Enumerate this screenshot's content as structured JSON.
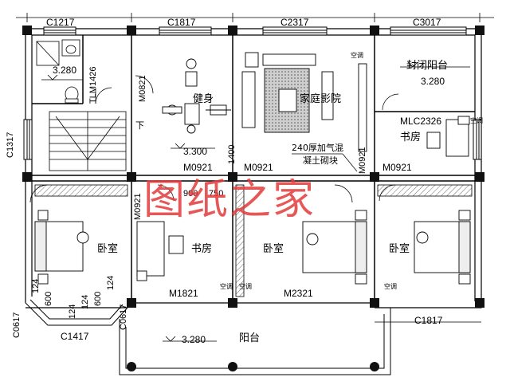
{
  "window_codes": {
    "top": [
      "C1217",
      "C1817",
      "C2317",
      "C3017"
    ],
    "left": "C1317",
    "bay_left": "C0617",
    "bay_front": "C1417",
    "bay_right": "C0617",
    "bottom_right": "C1817"
  },
  "door_codes": {
    "toilet": "TLM1426",
    "gym": "M0821",
    "bed1": "M0921",
    "bed2": "M0921",
    "bed_right": "M0921",
    "closet": "M0921",
    "study_right": "MLC2326",
    "study_left": "M1821",
    "bed_center": "M2321",
    "wall_gap": "M0921"
  },
  "rooms": {
    "gym": "健身",
    "home_theater": "家庭影院",
    "enclosed_balcony": "封闭阳台",
    "study_right": "书房",
    "bedroom_left": "卧室",
    "study_left": "书房",
    "bedroom_center": "卧室",
    "bedroom_right": "卧室",
    "balcony": "阳台"
  },
  "elevations": {
    "toilet": "3.280",
    "enclosed_balcony": "3.280",
    "gym": "3.300",
    "balcony": "3.280"
  },
  "stair_label": "下",
  "wall_notes": {
    "line1": "240厚加气混",
    "line2": "凝土砌块"
  },
  "dims": {
    "d1400": "1400",
    "d900": "900",
    "d750": "750",
    "bay_a": "600",
    "bay_b": "124",
    "bay_c": "124",
    "bay_d": "600",
    "bay_e": "124",
    "bay_f": "124"
  },
  "device_labels": {
    "ac1": "空调",
    "ac2": "空调",
    "ac3": "空调",
    "ac4": "空调",
    "ac5": "空调"
  },
  "watermark": "图纸之家",
  "colors": {
    "line": "#000000",
    "column": "#111111",
    "hatch": "#555555",
    "watermark": "#e23c3c"
  }
}
